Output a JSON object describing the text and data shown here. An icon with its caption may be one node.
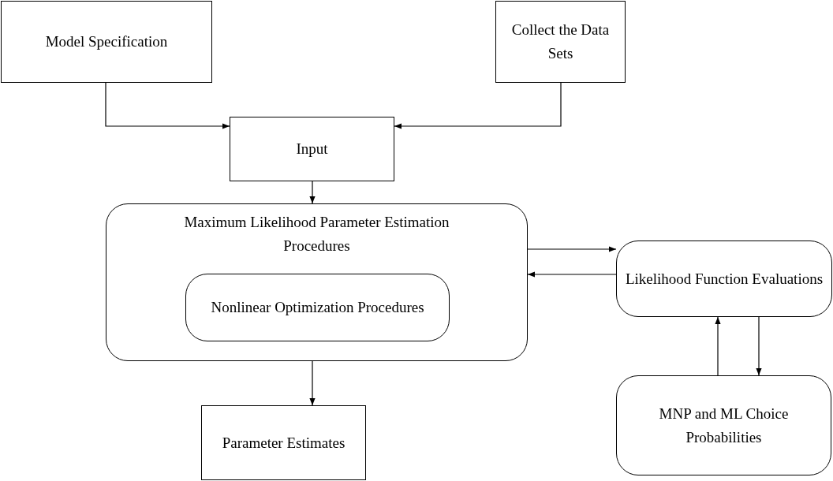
{
  "diagram": {
    "nodes": [
      {
        "text": [
          "Model Specification"
        ]
      },
      {
        "text": [
          "Collect the Data Sets"
        ]
      },
      {
        "text": [
          "Input"
        ]
      },
      {
        "text": [
          "Maximum Likelihood Parameter Estimation Procedures"
        ]
      },
      {
        "text": [
          "Nonlinear Optimization Procedures"
        ],
        "in": 3
      },
      {
        "text": [
          "Likelihood Function Evaluations"
        ]
      },
      {
        "text": [
          "MNP and ML Choice Probabilities"
        ]
      },
      {
        "text": [
          "Parameter Estimates"
        ]
      }
    ],
    "edges": [
      {
        "from": 0,
        "to": 2,
        "arrow": "to"
      },
      {
        "from": 1,
        "to": 2,
        "arrow": "to"
      },
      {
        "from": 2,
        "to": 3,
        "arrow": "to"
      },
      {
        "from": 3,
        "to": 5,
        "arrow": "to"
      },
      {
        "from": 5,
        "to": 3,
        "arrow": "to"
      },
      {
        "from": 6,
        "to": 5,
        "arrow": "to"
      },
      {
        "from": 5,
        "to": 6,
        "arrow": "to"
      },
      {
        "from": 3,
        "to": 7,
        "arrow": "to"
      }
    ]
  }
}
